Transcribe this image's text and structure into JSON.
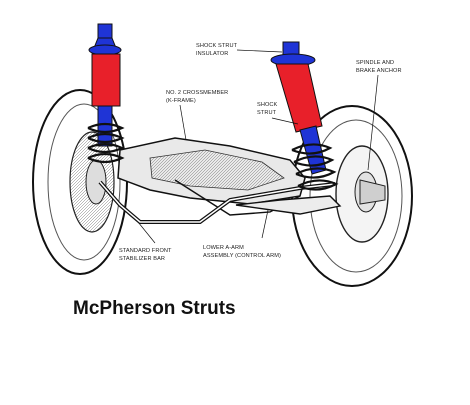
{
  "caption": "McPherson Struts",
  "labels": {
    "shock_strut_insulator": [
      "SHOCK STRUT",
      "INSULATOR"
    ],
    "spindle_brake_anchor": [
      "SPINDLE AND",
      "BRAKE ANCHOR"
    ],
    "crossmember": [
      "NO. 2 CROSSMEMBER",
      "(K-FRAME)"
    ],
    "shock_strut": [
      "SHOCK",
      "STRUT"
    ],
    "stabilizer_bar": [
      "STANDARD FRONT",
      "STABILIZER BAR"
    ],
    "lower_arm": [
      "LOWER A-ARM",
      "ASSEMBLY (CONTROL ARM)"
    ]
  },
  "colors": {
    "strut_upper": "#e8202a",
    "strut_lower": "#1f34d6",
    "outline": "#111111",
    "tire": "#ffffff"
  }
}
